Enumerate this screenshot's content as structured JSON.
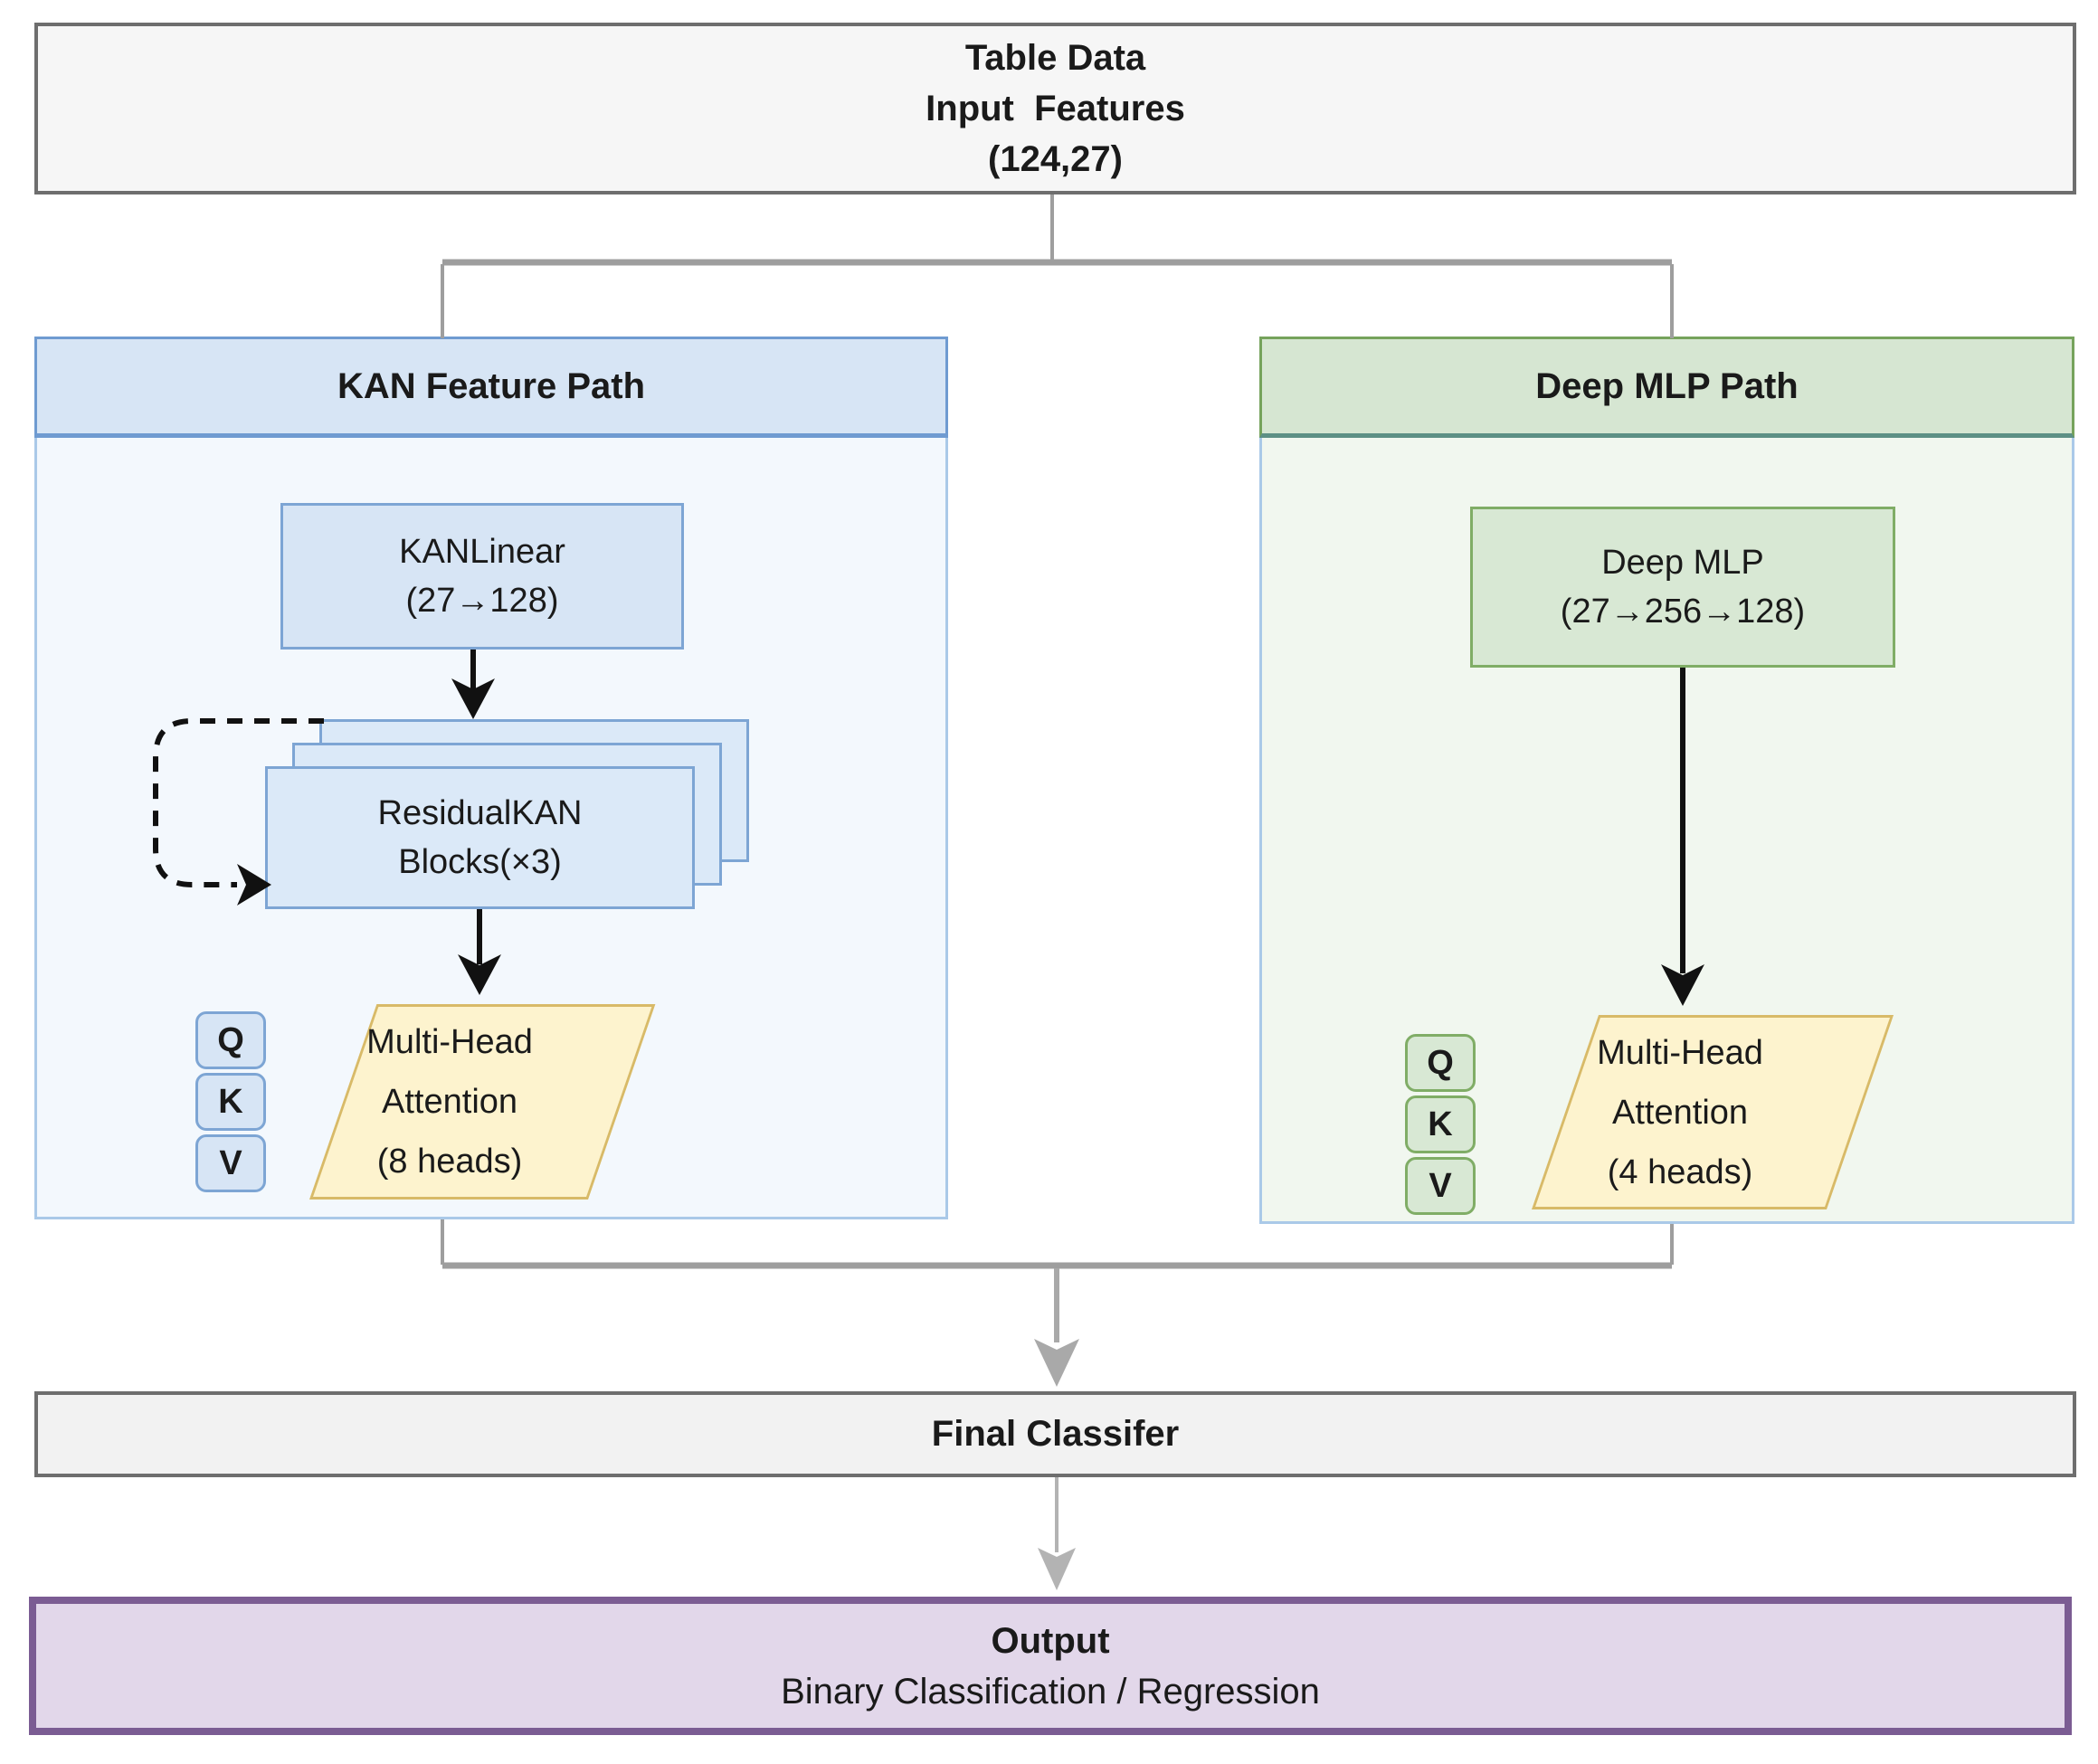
{
  "input_box": {
    "line1": "Table Data",
    "line2": "Input  Features",
    "line3": "(124,27)"
  },
  "kan_path": {
    "title": "KAN Feature Path",
    "kanlinear_line1": "KANLinear",
    "kanlinear_line2": "(27→128)",
    "residual_line1": "ResidualKAN",
    "residual_line2": "Blocks(×3)",
    "qkv": [
      "Q",
      "K",
      "V"
    ],
    "attention_line1": "Multi-Head",
    "attention_line2": "Attention",
    "attention_line3": "(8 heads)"
  },
  "mlp_path": {
    "title": "Deep MLP Path",
    "mlp_line1": "Deep MLP",
    "mlp_line2": "(27→256→128)",
    "qkv": [
      "Q",
      "K",
      "V"
    ],
    "attention_line1": "Multi-Head",
    "attention_line2": "Attention",
    "attention_line3": "(4 heads)"
  },
  "final_classifier_label": "Final Classifer",
  "output_box": {
    "title": "Output",
    "subtitle": "Binary Classification / Regression"
  },
  "colors": {
    "kan_header_fill": "#d7e5f5",
    "kan_body_fill": "#f3f8fd",
    "kan_box_border": "#7da5d4",
    "mlp_header_fill": "#d6e6d2",
    "mlp_body_fill": "#f1f7ef",
    "mlp_box_border": "#80ad66",
    "attention_fill": "#fdf3ce",
    "attention_border": "#d8ba68",
    "neutral_box_fill": "#f6f6f6",
    "neutral_box_border": "#6e6e6e",
    "output_fill": "#e2d7ea",
    "output_border": "#7b5c93",
    "connector_gray": "#9e9e9e",
    "arrow_black": "#111111"
  }
}
